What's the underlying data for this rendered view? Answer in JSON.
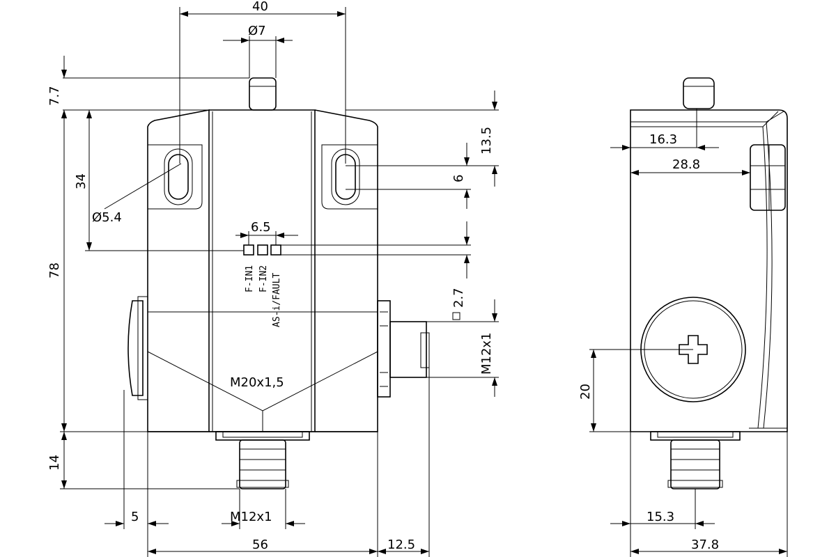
{
  "front_view": {
    "dims": {
      "width_top": "40",
      "plunger_dia": "Ø7",
      "plunger_height": "7.7",
      "hole_dia": "Ø5.4",
      "hole_spacing": "34",
      "overall_height": "78",
      "top_to_hole": "13.5",
      "slot_length": "6",
      "led_pitch": "6.5",
      "led_offset": "2.7",
      "bottom_connector": "14",
      "left_offset": "5",
      "connector_thread": "M12x1",
      "side_thread": "M12x1",
      "cable_thread": "M20x1,5",
      "body_width": "56",
      "side_offset": "12.5"
    },
    "leds": [
      "F-IN1",
      "F-IN2",
      "AS-i/FAULT"
    ]
  },
  "side_view": {
    "dims": {
      "plunger_offset": "16.3",
      "hole_offset": "28.8",
      "knob_height": "20",
      "connector_offset": "15.3",
      "depth": "37.8"
    }
  }
}
